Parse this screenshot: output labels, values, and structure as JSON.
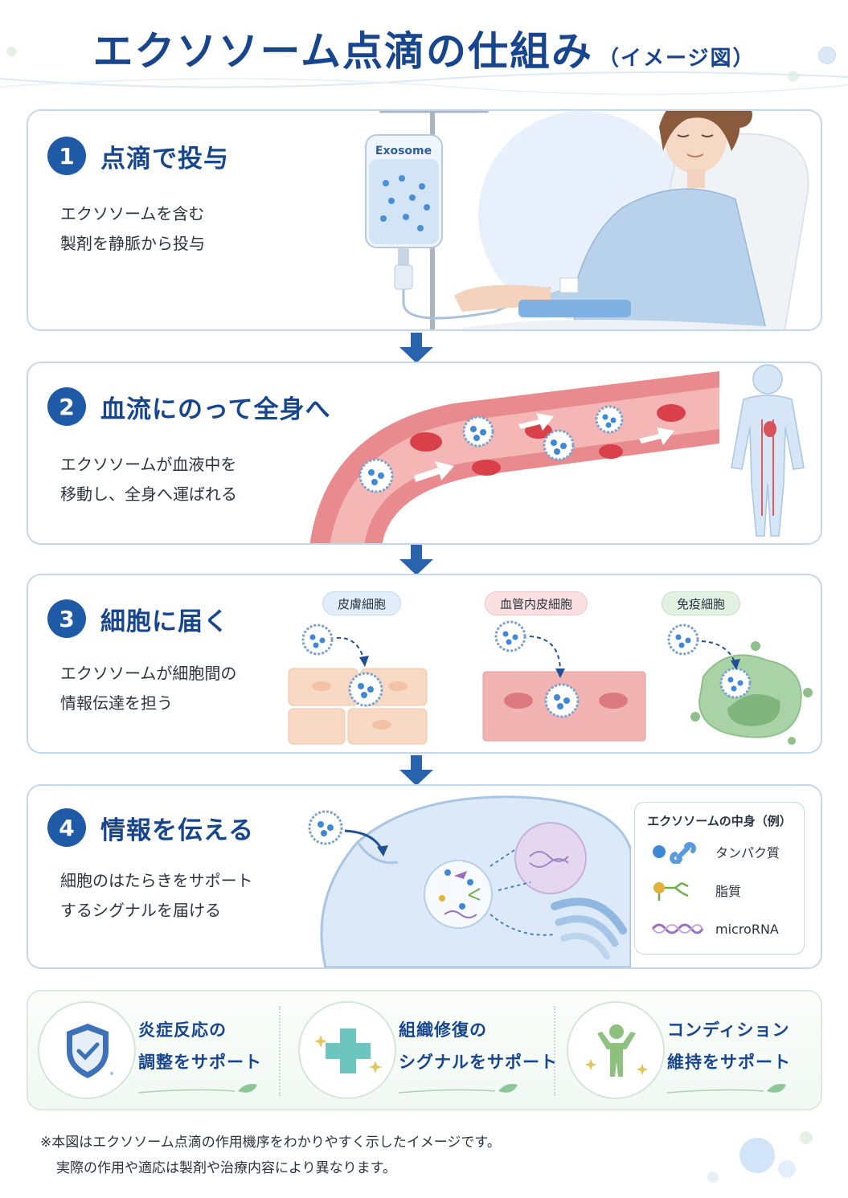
{
  "title": {
    "main": "エクソソーム点滴の仕組み",
    "sub": "（イメージ図）"
  },
  "steps": [
    {
      "number": "1",
      "title": "点滴で投与",
      "desc_line1": "エクソソームを含む",
      "desc_line2": "製剤を静脈から投与",
      "bag_label": "Exosome"
    },
    {
      "number": "2",
      "title": "血流にのって全身へ",
      "desc_line1": "エクソソームが血液中を",
      "desc_line2": "移動し、全身へ運ばれる"
    },
    {
      "number": "3",
      "title": "細胞に届く",
      "desc_line1": "エクソソームが細胞間の",
      "desc_line2": "情報伝達を担う",
      "cell_types": [
        "皮膚細胞",
        "血管内皮細胞",
        "免疫細胞"
      ]
    },
    {
      "number": "4",
      "title": "情報を伝える",
      "desc_line1": "細胞のはたらきをサポート",
      "desc_line2": "するシグナルを届ける"
    }
  ],
  "legend": {
    "title": "エクソソームの中身（例）",
    "items": [
      "タンパク質",
      "脂質",
      "microRNA"
    ]
  },
  "benefits": [
    {
      "line1": "炎症反応の",
      "line2": "調整をサポート",
      "icon": "shield-check-icon"
    },
    {
      "line1": "組織修復の",
      "line2": "シグナルをサポート",
      "icon": "medical-cross-icon"
    },
    {
      "line1": "コンディション",
      "line2": "維持をサポート",
      "icon": "person-raised-arms-icon"
    }
  ],
  "footnote": {
    "line1": "※本図はエクソソーム点滴の作用機序をわかりやすく示したイメージです。",
    "line2": "実際の作用や適応は製剤や治療内容により異なります。"
  },
  "colors": {
    "primary": "#17468f",
    "accent": "#1f5aa6",
    "border": "#c5d7ea",
    "blood": "#d9545a",
    "immune": "#8fc48f",
    "skin": "#f6d2bb"
  }
}
